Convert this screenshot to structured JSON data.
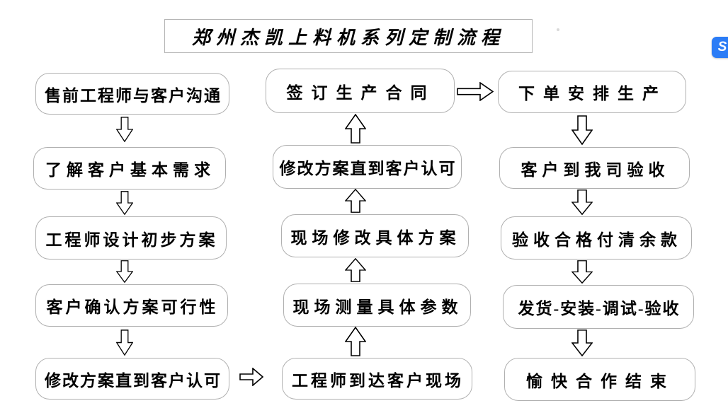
{
  "title": {
    "text": "郑州杰凯上料机系列定制流程"
  },
  "flow": {
    "left_column": {
      "direction": "top-down",
      "steps": [
        "售前工程师与客户沟通",
        "了解客户基本需求",
        "工程师设计初步方案",
        "客户确认方案可行性",
        "修改方案直到客户认可"
      ]
    },
    "middle_column": {
      "direction": "bottom-up",
      "steps_top_to_bottom": [
        "签订生产合同",
        "修改方案直到客户认可",
        "现场修改具体方案",
        "现场测量具体参数",
        "工程师到达客户现场"
      ]
    },
    "right_column": {
      "direction": "top-down",
      "steps": [
        "下单安排生产",
        "客户到我司验收",
        "验收合格付清余款",
        "发货-安装-调试-验收",
        "愉快合作结束"
      ]
    }
  },
  "icons": {
    "arrow_down": "hollow-down-arrow",
    "arrow_up": "hollow-up-arrow",
    "arrow_right": "hollow-right-arrow",
    "side_logo_glyph": "S"
  },
  "colors": {
    "background": "#ffffff",
    "box_border": "#b0b0b0",
    "arrow_outline": "#000000",
    "side_logo_bg": "#2b7cf6"
  }
}
